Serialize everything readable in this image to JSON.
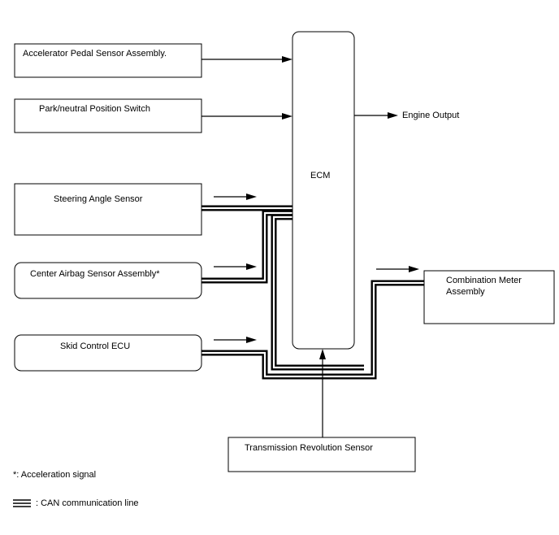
{
  "diagram": {
    "ecm": "ECM",
    "inputs": {
      "accelerator_pedal": "Accelerator Pedal Sensor Assembly.",
      "park_neutral": "Park/neutral Position Switch",
      "steering_angle": "Steering Angle Sensor",
      "center_airbag": "Center Airbag Sensor Assembly*",
      "skid_control": "Skid Control ECU",
      "transmission_revolution": "Transmission Revolution Sensor"
    },
    "output": {
      "engine_output": "Engine Output"
    },
    "combination_meter": {
      "line1": "Combination Meter",
      "line2": "Assembly"
    },
    "legend": {
      "footnote": "*: Acceleration signal",
      "can_line": ": CAN communication line"
    }
  }
}
